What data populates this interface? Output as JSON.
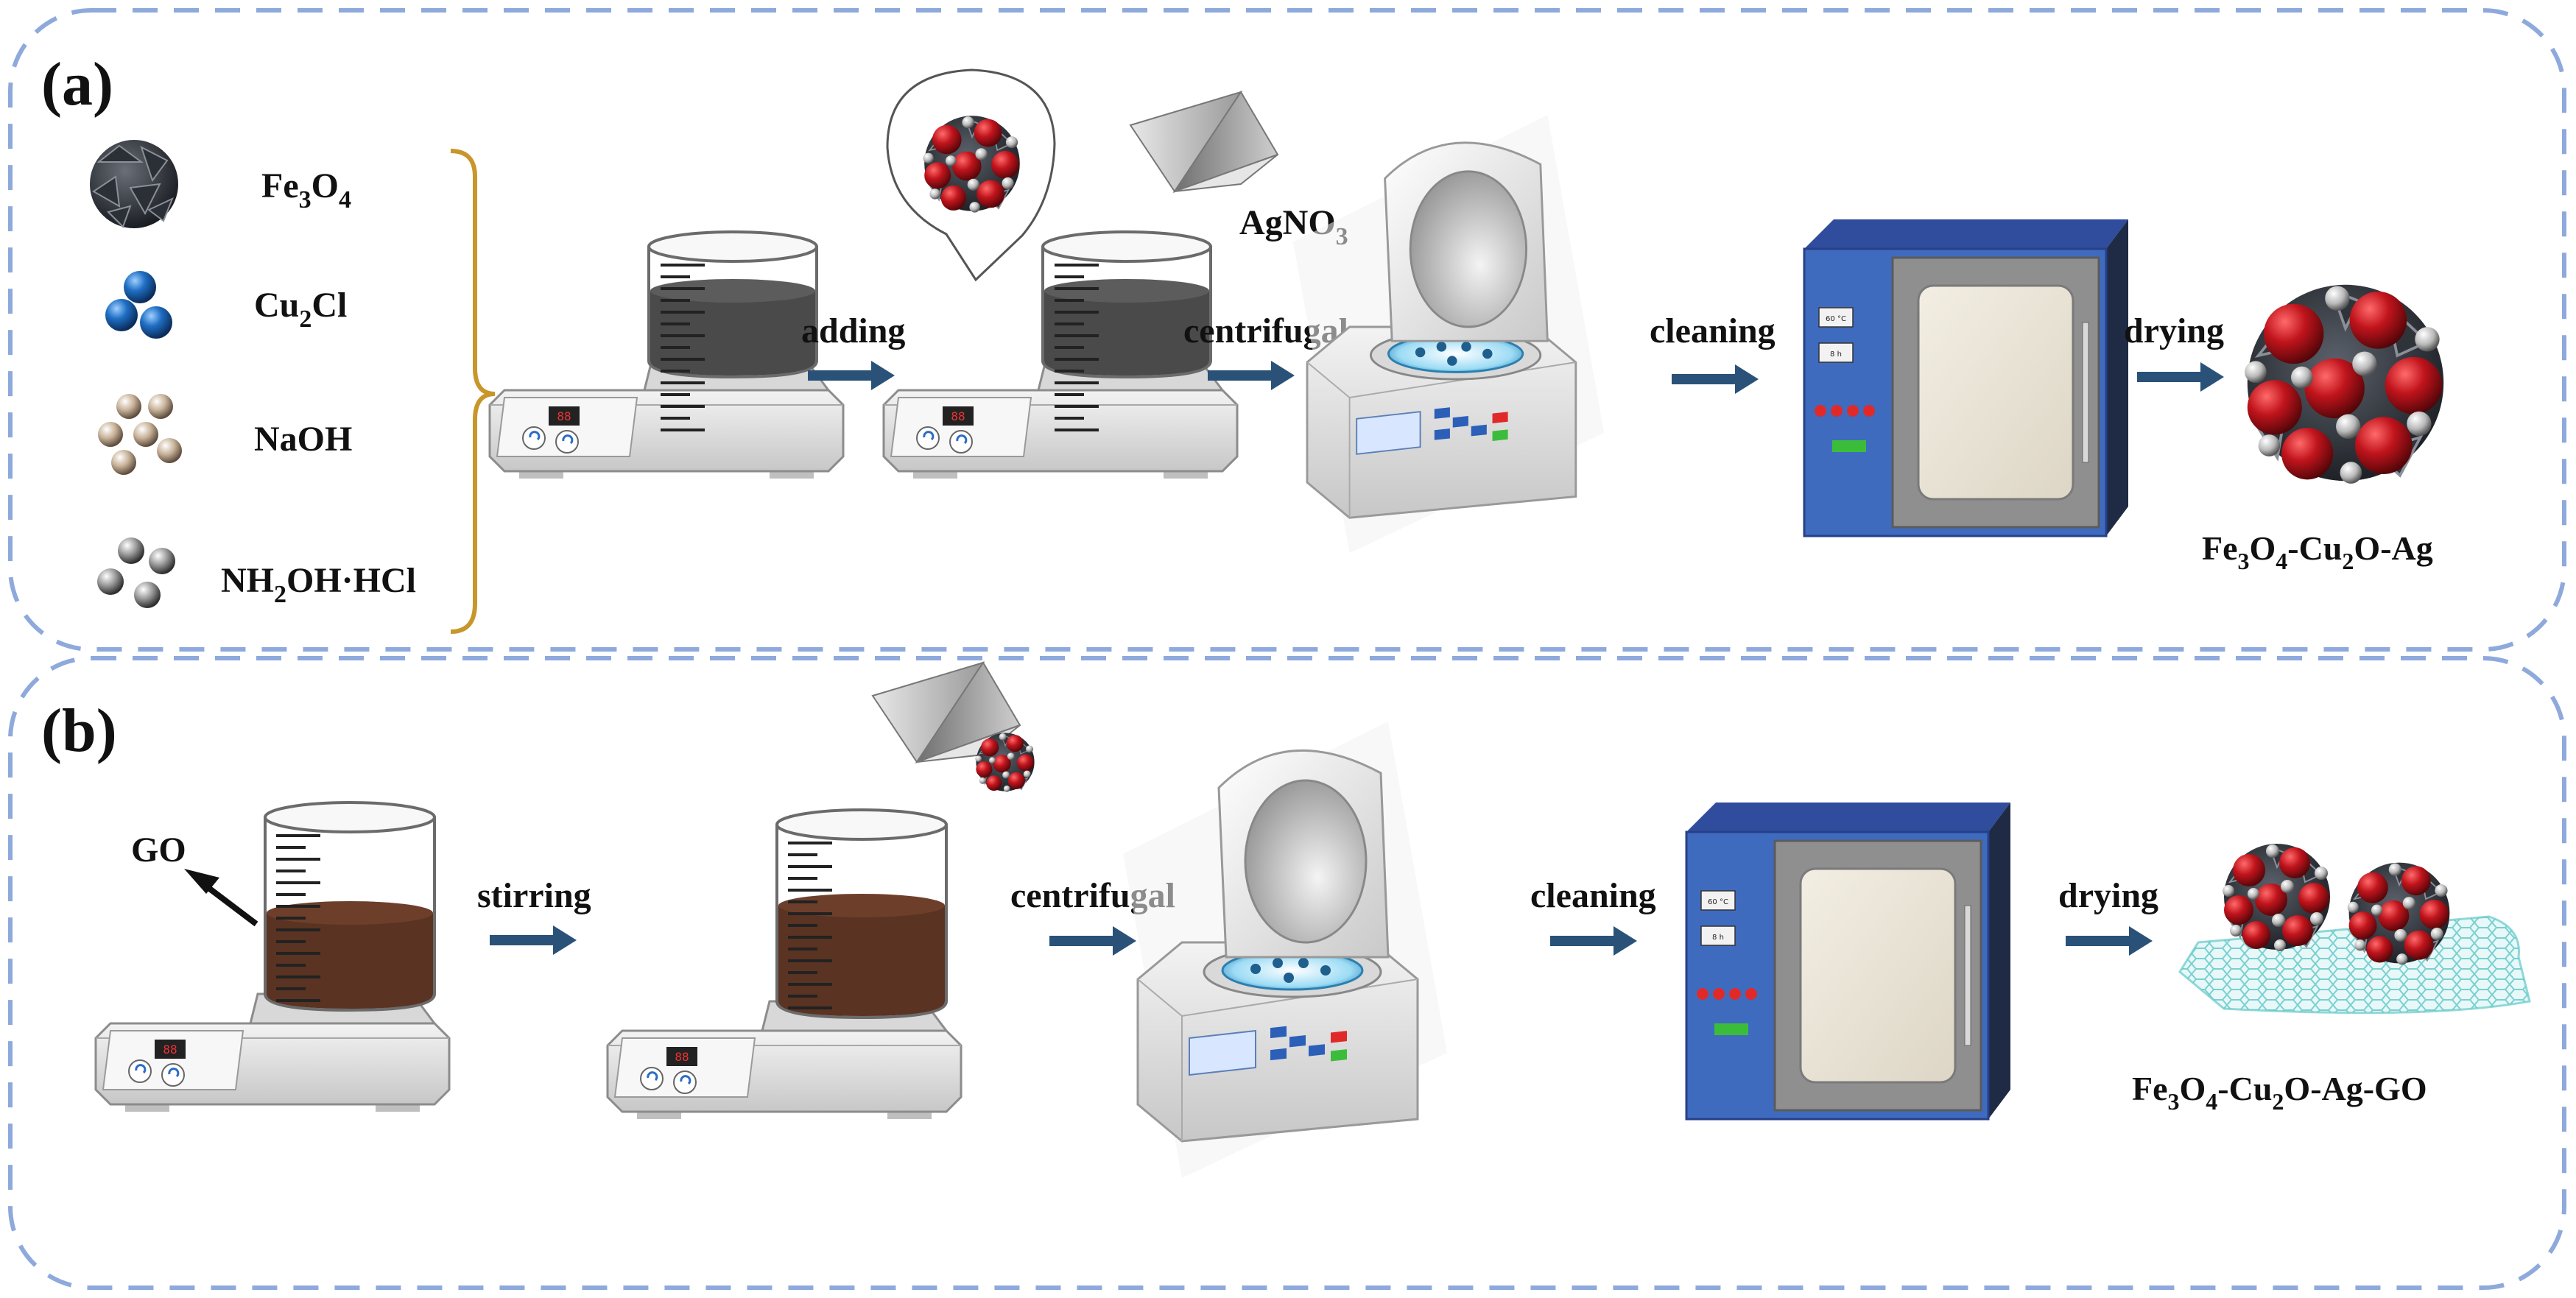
{
  "panels": {
    "a": {
      "label": "(a)",
      "reagents": [
        {
          "name": "Fe3O4",
          "base": "Fe",
          "s1": "3",
          "mid": "O",
          "s2": "4",
          "tail": ""
        },
        {
          "name": "Cu2Cl",
          "base": "Cu",
          "s1": "2",
          "mid": "Cl",
          "s2": "",
          "tail": ""
        },
        {
          "name": "NaOH",
          "base": "NaOH",
          "s1": "",
          "mid": "",
          "s2": "",
          "tail": ""
        },
        {
          "name": "NH2OH·HCl",
          "base": "NH",
          "s1": "2",
          "mid": "OH·HCl",
          "s2": "",
          "tail": ""
        }
      ],
      "additive": {
        "base": "AgNO",
        "sub": "3"
      },
      "steps": [
        "adding",
        "centrifugal",
        "cleaning",
        "drying"
      ],
      "product": {
        "parts": [
          "Fe",
          "3",
          "O",
          "4",
          "-Cu",
          "2",
          "O-Ag"
        ]
      }
    },
    "b": {
      "label": "(b)",
      "reagent": "GO",
      "steps": [
        "stirring",
        "centrifugal",
        "cleaning",
        "drying"
      ],
      "product": {
        "parts": [
          "Fe",
          "3",
          "O",
          "4",
          "-Cu",
          "2",
          "O-Ag-GO"
        ]
      }
    }
  },
  "oven_display": {
    "temp": "60 °C",
    "time": "8 h"
  },
  "colors": {
    "frame": "#8ea9dc",
    "bracket": "#c8962a",
    "arrow": "#2a5279",
    "oven_front": "#3f6bbf",
    "oven_side": "#1f2a44",
    "solution_a": "#4a4a4a",
    "solution_b": "#5a3322",
    "red_particle": "#b3121a"
  }
}
